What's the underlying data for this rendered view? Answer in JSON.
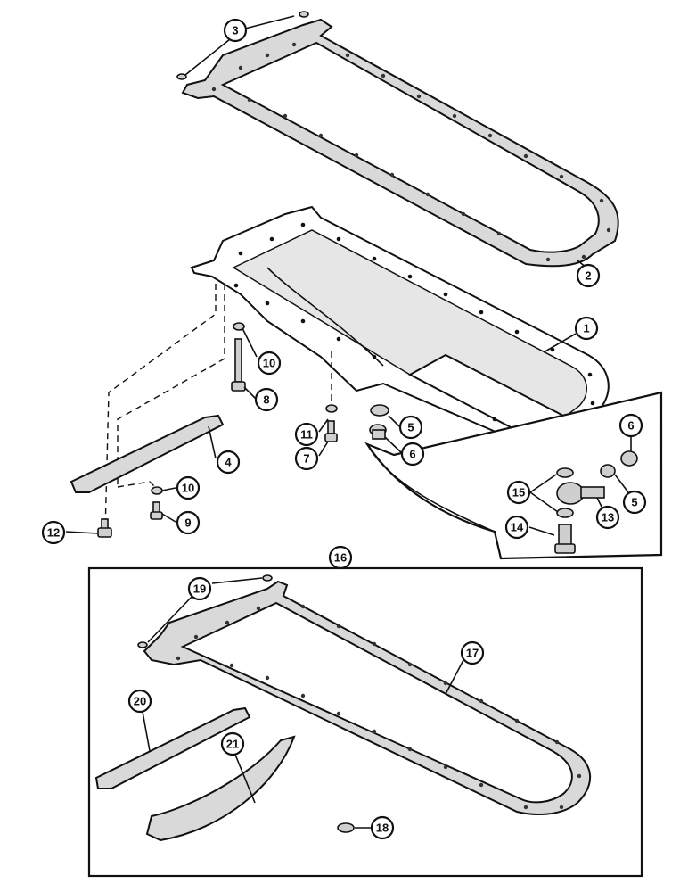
{
  "callouts": [
    {
      "id": "c3",
      "label": "3"
    },
    {
      "id": "c2",
      "label": "2"
    },
    {
      "id": "c1",
      "label": "1"
    },
    {
      "id": "c10a",
      "label": "10"
    },
    {
      "id": "c8",
      "label": "8"
    },
    {
      "id": "c11",
      "label": "11"
    },
    {
      "id": "c7",
      "label": "7"
    },
    {
      "id": "c5a",
      "label": "5"
    },
    {
      "id": "c6a",
      "label": "6"
    },
    {
      "id": "c4",
      "label": "4"
    },
    {
      "id": "c10b",
      "label": "10"
    },
    {
      "id": "c9",
      "label": "9"
    },
    {
      "id": "c12",
      "label": "12"
    },
    {
      "id": "c6b",
      "label": "6"
    },
    {
      "id": "c15",
      "label": "15"
    },
    {
      "id": "c13",
      "label": "13"
    },
    {
      "id": "c5b",
      "label": "5"
    },
    {
      "id": "c14",
      "label": "14"
    },
    {
      "id": "c16",
      "label": "16"
    },
    {
      "id": "c19",
      "label": "19"
    },
    {
      "id": "c17",
      "label": "17"
    },
    {
      "id": "c20",
      "label": "20"
    },
    {
      "id": "c21",
      "label": "21"
    },
    {
      "id": "c18",
      "label": "18"
    }
  ]
}
